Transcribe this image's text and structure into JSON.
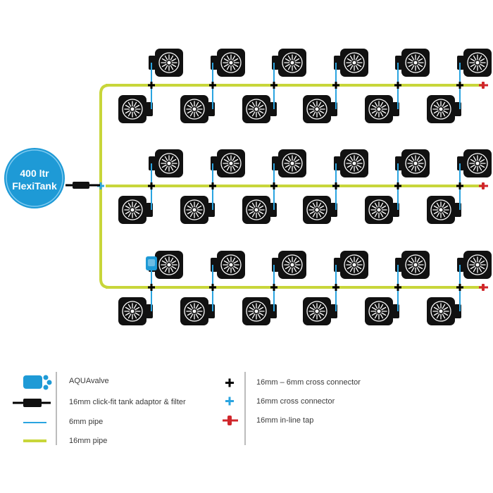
{
  "tank": {
    "line1": "400 ltr",
    "line2": "FlexiTank"
  },
  "rows": 3,
  "pots_top_per_row": 6,
  "pots_bottom_per_row": 6,
  "colors": {
    "pipe_16mm": "#c8d63a",
    "pipe_6mm": "#2aa4e0",
    "tank_blue": "#1e9ad6",
    "pot": "#111111",
    "tap_red": "#d0262b",
    "cross_blue": "#2aa4e0",
    "cross_black": "#000000",
    "legend_text": "#3a3a3a",
    "divider": "#7a7a7a"
  },
  "legend": {
    "left": [
      {
        "icon": "aquavalve-icon",
        "label": "AQUAvalve"
      },
      {
        "icon": "tank-adaptor-filter-icon",
        "label": "16mm click-fit tank adaptor & filter"
      },
      {
        "icon": "pipe-6mm-icon",
        "label": "6mm pipe"
      },
      {
        "icon": "pipe-16mm-icon",
        "label": "16mm pipe"
      }
    ],
    "right": [
      {
        "icon": "cross-connector-16-6-icon",
        "label": "16mm – 6mm cross connector"
      },
      {
        "icon": "cross-connector-16-icon",
        "label": "16mm cross connector"
      },
      {
        "icon": "inline-tap-icon",
        "label": "16mm in-line tap"
      }
    ]
  }
}
